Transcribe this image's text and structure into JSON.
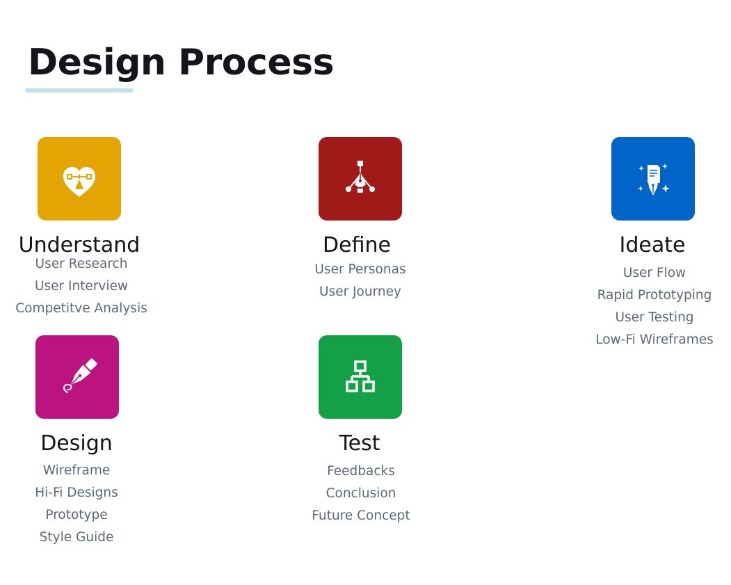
{
  "page": {
    "title": "Design Process"
  },
  "colors": {
    "title_text": "#14141c",
    "underline_accent": "#bde3e8",
    "stage_title_text": "#121218",
    "item_text": "#5d6878"
  },
  "stages": [
    {
      "title": "Understand",
      "icon": "heart-vector-icon",
      "color": "#e2a503",
      "items": [
        "User Research",
        "User Interview",
        "Competitve Analysis"
      ]
    },
    {
      "title": "Define",
      "icon": "pen-tool-anchor-icon",
      "color": "#a01a1a",
      "items": [
        "User Personas",
        "User Journey"
      ]
    },
    {
      "title": "Ideate",
      "icon": "pen-document-sparkle-icon",
      "color": "#0064c8",
      "items": [
        "User Flow",
        "Rapid Prototyping",
        "User Testing",
        "Low-Fi Wireframes"
      ]
    },
    {
      "title": "Design",
      "icon": "fountain-pen-icon",
      "color": "#bb1380",
      "items": [
        "Wireframe",
        "Hi-Fi Designs",
        "Prototype",
        "Style Guide"
      ]
    },
    {
      "title": "Test",
      "icon": "sitemap-icon",
      "color": "#14a046",
      "items": [
        "Feedbacks",
        "Conclusion",
        "Future Concept"
      ]
    }
  ]
}
